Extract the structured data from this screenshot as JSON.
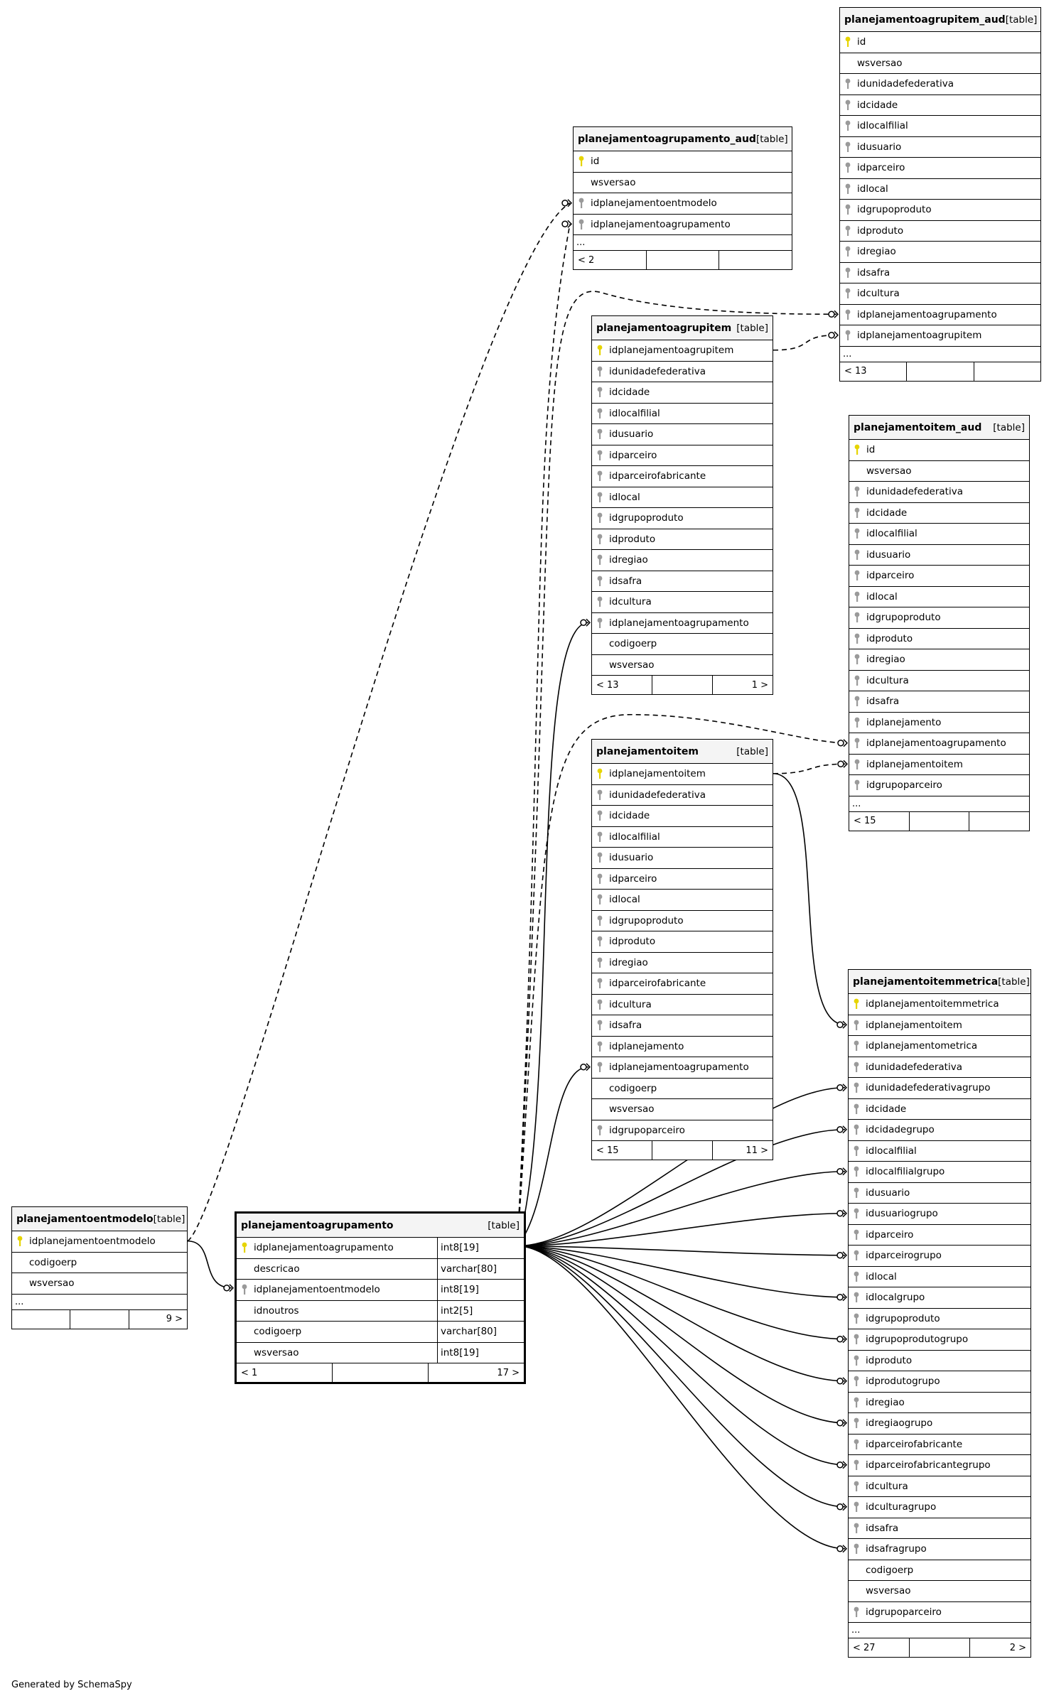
{
  "colors": {
    "pk_key": "#e6d400",
    "fk_key": "#9a9a9a",
    "border": "#000000",
    "header_bg": "#f4f4f4"
  },
  "footer_credit": "Generated by SchemaSpy",
  "tables": [
    {
      "id": "aud_item",
      "name": "planejamentoagrupitem_aud",
      "type": "[table]",
      "columns": [
        {
          "name": "id",
          "key": "pk"
        },
        {
          "name": "wsversao",
          "key": ""
        },
        {
          "name": "idunidadefederativa",
          "key": "fk"
        },
        {
          "name": "idcidade",
          "key": "fk"
        },
        {
          "name": "idlocalfilial",
          "key": "fk"
        },
        {
          "name": "idusuario",
          "key": "fk"
        },
        {
          "name": "idparceiro",
          "key": "fk"
        },
        {
          "name": "idlocal",
          "key": "fk"
        },
        {
          "name": "idgrupoproduto",
          "key": "fk"
        },
        {
          "name": "idproduto",
          "key": "fk"
        },
        {
          "name": "idregiao",
          "key": "fk"
        },
        {
          "name": "idsafra",
          "key": "fk"
        },
        {
          "name": "idcultura",
          "key": "fk"
        },
        {
          "name": "idplanejamentoagrupamento",
          "key": "fk"
        },
        {
          "name": "idplanejamentoagrupitem",
          "key": "fk"
        }
      ],
      "more": "...",
      "footer": [
        "< 13",
        "",
        ""
      ]
    },
    {
      "id": "aud_agrup",
      "name": "planejamentoagrupamento_aud",
      "type": "[table]",
      "columns": [
        {
          "name": "id",
          "key": "pk"
        },
        {
          "name": "wsversao",
          "key": ""
        },
        {
          "name": "idplanejamentoentmodelo",
          "key": "fk"
        },
        {
          "name": "idplanejamentoagrupamento",
          "key": "fk"
        }
      ],
      "more": "...",
      "footer": [
        "< 2",
        "",
        ""
      ]
    },
    {
      "id": "agrupitem",
      "name": "planejamentoagrupitem",
      "type": "[table]",
      "columns": [
        {
          "name": "idplanejamentoagrupitem",
          "key": "pk"
        },
        {
          "name": "idunidadefederativa",
          "key": "fk"
        },
        {
          "name": "idcidade",
          "key": "fk"
        },
        {
          "name": "idlocalfilial",
          "key": "fk"
        },
        {
          "name": "idusuario",
          "key": "fk"
        },
        {
          "name": "idparceiro",
          "key": "fk"
        },
        {
          "name": "idparceirofabricante",
          "key": "fk"
        },
        {
          "name": "idlocal",
          "key": "fk"
        },
        {
          "name": "idgrupoproduto",
          "key": "fk"
        },
        {
          "name": "idproduto",
          "key": "fk"
        },
        {
          "name": "idregiao",
          "key": "fk"
        },
        {
          "name": "idsafra",
          "key": "fk"
        },
        {
          "name": "idcultura",
          "key": "fk"
        },
        {
          "name": "idplanejamentoagrupamento",
          "key": "fk"
        },
        {
          "name": "codigoerp",
          "key": ""
        },
        {
          "name": "wsversao",
          "key": ""
        }
      ],
      "more": "",
      "footer": [
        "< 13",
        "",
        "1 >"
      ]
    },
    {
      "id": "item_aud",
      "name": "planejamentoitem_aud",
      "type": "[table]",
      "columns": [
        {
          "name": "id",
          "key": "pk"
        },
        {
          "name": "wsversao",
          "key": ""
        },
        {
          "name": "idunidadefederativa",
          "key": "fk"
        },
        {
          "name": "idcidade",
          "key": "fk"
        },
        {
          "name": "idlocalfilial",
          "key": "fk"
        },
        {
          "name": "idusuario",
          "key": "fk"
        },
        {
          "name": "idparceiro",
          "key": "fk"
        },
        {
          "name": "idlocal",
          "key": "fk"
        },
        {
          "name": "idgrupoproduto",
          "key": "fk"
        },
        {
          "name": "idproduto",
          "key": "fk"
        },
        {
          "name": "idregiao",
          "key": "fk"
        },
        {
          "name": "idcultura",
          "key": "fk"
        },
        {
          "name": "idsafra",
          "key": "fk"
        },
        {
          "name": "idplanejamento",
          "key": "fk"
        },
        {
          "name": "idplanejamentoagrupamento",
          "key": "fk"
        },
        {
          "name": "idplanejamentoitem",
          "key": "fk"
        },
        {
          "name": "idgrupoparceiro",
          "key": "fk"
        }
      ],
      "more": "...",
      "footer": [
        "< 15",
        "",
        ""
      ]
    },
    {
      "id": "item",
      "name": "planejamentoitem",
      "type": "[table]",
      "columns": [
        {
          "name": "idplanejamentoitem",
          "key": "pk"
        },
        {
          "name": "idunidadefederativa",
          "key": "fk"
        },
        {
          "name": "idcidade",
          "key": "fk"
        },
        {
          "name": "idlocalfilial",
          "key": "fk"
        },
        {
          "name": "idusuario",
          "key": "fk"
        },
        {
          "name": "idparceiro",
          "key": "fk"
        },
        {
          "name": "idlocal",
          "key": "fk"
        },
        {
          "name": "idgrupoproduto",
          "key": "fk"
        },
        {
          "name": "idproduto",
          "key": "fk"
        },
        {
          "name": "idregiao",
          "key": "fk"
        },
        {
          "name": "idparceirofabricante",
          "key": "fk"
        },
        {
          "name": "idcultura",
          "key": "fk"
        },
        {
          "name": "idsafra",
          "key": "fk"
        },
        {
          "name": "idplanejamento",
          "key": "fk"
        },
        {
          "name": "idplanejamentoagrupamento",
          "key": "fk"
        },
        {
          "name": "codigoerp",
          "key": ""
        },
        {
          "name": "wsversao",
          "key": ""
        },
        {
          "name": "idgrupoparceiro",
          "key": "fk"
        }
      ],
      "more": "",
      "footer": [
        "< 15",
        "",
        "11 >"
      ]
    },
    {
      "id": "metrica",
      "name": "planejamentoitemmetrica",
      "type": "[table]",
      "columns": [
        {
          "name": "idplanejamentoitemmetrica",
          "key": "pk"
        },
        {
          "name": "idplanejamentoitem",
          "key": "fk"
        },
        {
          "name": "idplanejamentometrica",
          "key": "fk"
        },
        {
          "name": "idunidadefederativa",
          "key": "fk"
        },
        {
          "name": "idunidadefederativagrupo",
          "key": "fk"
        },
        {
          "name": "idcidade",
          "key": "fk"
        },
        {
          "name": "idcidadegrupo",
          "key": "fk"
        },
        {
          "name": "idlocalfilial",
          "key": "fk"
        },
        {
          "name": "idlocalfilialgrupo",
          "key": "fk"
        },
        {
          "name": "idusuario",
          "key": "fk"
        },
        {
          "name": "idusuariogrupo",
          "key": "fk"
        },
        {
          "name": "idparceiro",
          "key": "fk"
        },
        {
          "name": "idparceirogrupo",
          "key": "fk"
        },
        {
          "name": "idlocal",
          "key": "fk"
        },
        {
          "name": "idlocalgrupo",
          "key": "fk"
        },
        {
          "name": "idgrupoproduto",
          "key": "fk"
        },
        {
          "name": "idgrupoprodutogrupo",
          "key": "fk"
        },
        {
          "name": "idproduto",
          "key": "fk"
        },
        {
          "name": "idprodutogrupo",
          "key": "fk"
        },
        {
          "name": "idregiao",
          "key": "fk"
        },
        {
          "name": "idregiaogrupo",
          "key": "fk"
        },
        {
          "name": "idparceirofabricante",
          "key": "fk"
        },
        {
          "name": "idparceirofabricantegrupo",
          "key": "fk"
        },
        {
          "name": "idcultura",
          "key": "fk"
        },
        {
          "name": "idculturagrupo",
          "key": "fk"
        },
        {
          "name": "idsafra",
          "key": "fk"
        },
        {
          "name": "idsafragrupo",
          "key": "fk"
        },
        {
          "name": "codigoerp",
          "key": ""
        },
        {
          "name": "wsversao",
          "key": ""
        },
        {
          "name": "idgrupoparceiro",
          "key": "fk"
        }
      ],
      "more": "...",
      "footer": [
        "< 27",
        "",
        "2 >"
      ]
    },
    {
      "id": "entmodelo",
      "name": "planejamentoentmodelo",
      "type": "[table]",
      "columns": [
        {
          "name": "idplanejamentoentmodelo",
          "key": "pk"
        },
        {
          "name": "codigoerp",
          "key": ""
        },
        {
          "name": "wsversao",
          "key": ""
        }
      ],
      "more": "...",
      "footer": [
        "",
        "",
        "9 >"
      ]
    },
    {
      "id": "agrup",
      "name": "planejamentoagrupamento",
      "type": "[table]",
      "columns": [
        {
          "name": "idplanejamentoagrupamento",
          "key": "pk",
          "type": "int8[19]"
        },
        {
          "name": "descricao",
          "key": "",
          "type": "varchar[80]"
        },
        {
          "name": "idplanejamentoentmodelo",
          "key": "fk",
          "type": "int8[19]"
        },
        {
          "name": "idnoutros",
          "key": "",
          "type": "int2[5]"
        },
        {
          "name": "codigoerp",
          "key": "",
          "type": "varchar[80]"
        },
        {
          "name": "wsversao",
          "key": "",
          "type": "int8[19]"
        }
      ],
      "more": "",
      "footer": [
        "< 1",
        "",
        "17 >"
      ]
    }
  ]
}
